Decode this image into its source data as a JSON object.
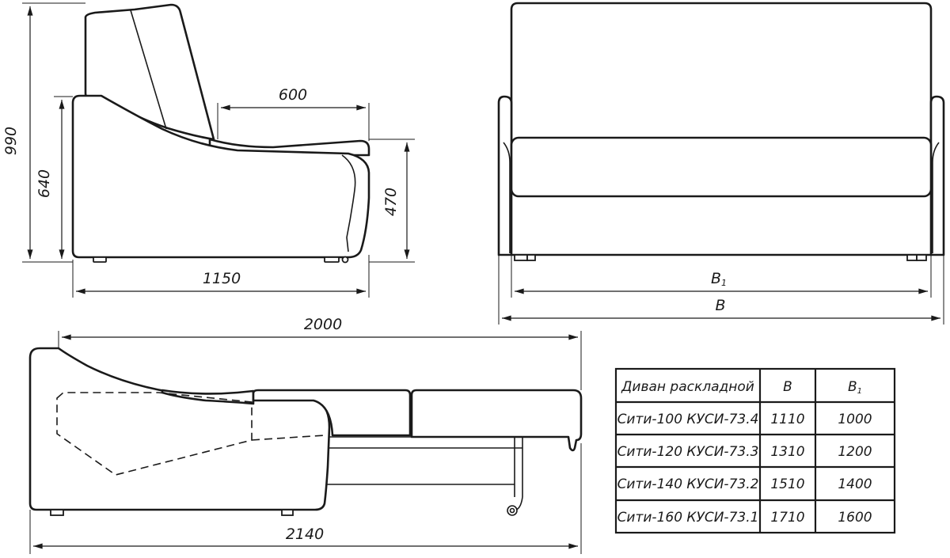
{
  "side_view": {
    "height_total": "990",
    "height_armrest": "640",
    "depth_seat": "600",
    "height_seat": "470",
    "depth_total": "1150"
  },
  "front_view": {
    "width_inner": "B",
    "width_inner_sub": "1",
    "width_total": "B"
  },
  "unfolded_view": {
    "length_bed": "2000",
    "length_total": "2140"
  },
  "table": {
    "headers": [
      "Диван раскладной",
      "B",
      "B"
    ],
    "header_sub": "1",
    "rows": [
      [
        "Сити-100 КУСИ-73.4",
        "1110",
        "1000"
      ],
      [
        "Сити-120 КУСИ-73.3",
        "1310",
        "1200"
      ],
      [
        "Сити-140 КУСИ-73.2",
        "1510",
        "1400"
      ],
      [
        "Сити-160 КУСИ-73.1",
        "1710",
        "1600"
      ]
    ]
  }
}
